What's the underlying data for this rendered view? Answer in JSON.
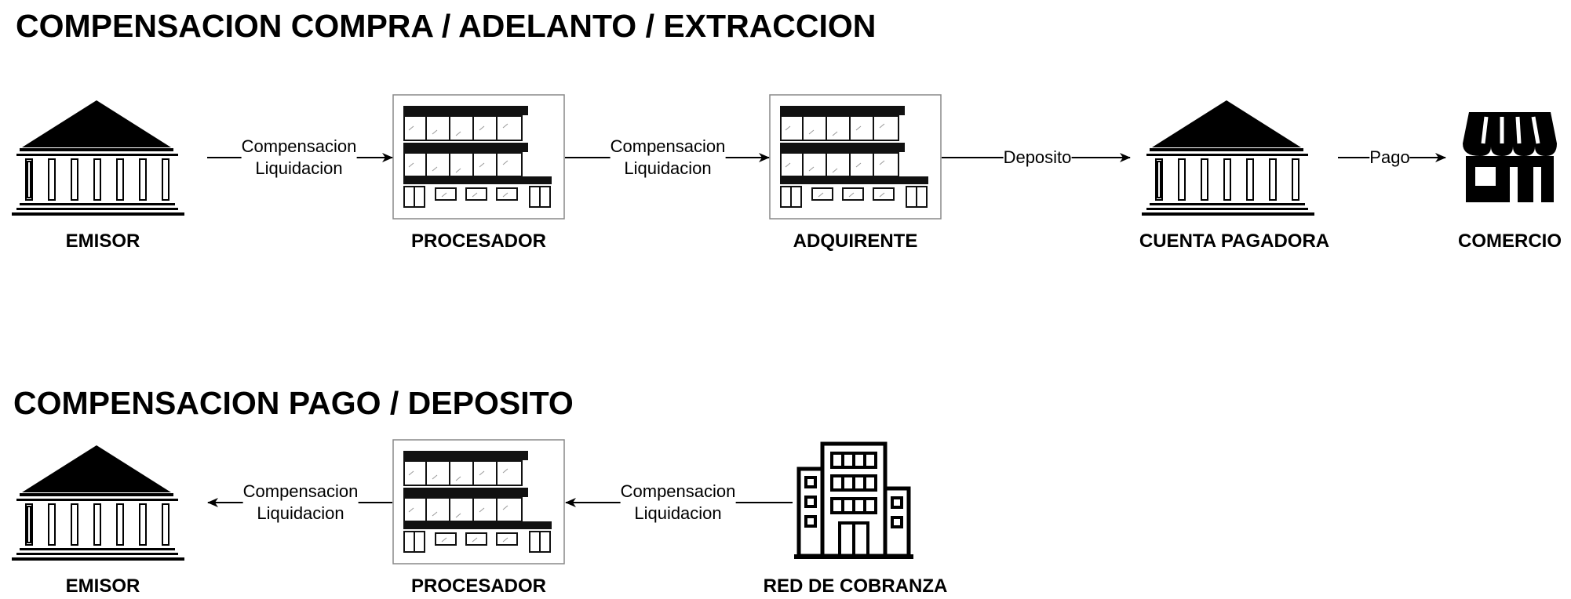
{
  "sections": [
    {
      "title": "COMPENSACION COMPRA / ADELANTO / EXTRACCION"
    },
    {
      "title": "COMPENSACION PAGO / DEPOSITO"
    }
  ],
  "row1": {
    "nodes": [
      {
        "label": "EMISOR",
        "icon": "bank-icon"
      },
      {
        "label": "PROCESADOR",
        "icon": "office-building-icon"
      },
      {
        "label": "ADQUIRENTE",
        "icon": "office-building-icon"
      },
      {
        "label": "CUENTA PAGADORA",
        "icon": "bank-icon"
      },
      {
        "label": "COMERCIO",
        "icon": "storefront-icon"
      }
    ],
    "edges": [
      {
        "line1": "Compensacion",
        "line2": "Liquidacion"
      },
      {
        "line1": "Compensacion",
        "line2": "Liquidacion"
      },
      {
        "label": "Deposito"
      },
      {
        "label": "Pago"
      }
    ]
  },
  "row2": {
    "nodes": [
      {
        "label": "EMISOR",
        "icon": "bank-icon"
      },
      {
        "label": "PROCESADOR",
        "icon": "office-building-icon"
      },
      {
        "label": "RED DE COBRANZA",
        "icon": "tower-building-icon"
      }
    ],
    "edges": [
      {
        "line1": "Compensacion",
        "line2": "Liquidacion"
      },
      {
        "line1": "Compensacion",
        "line2": "Liquidacion"
      }
    ]
  }
}
